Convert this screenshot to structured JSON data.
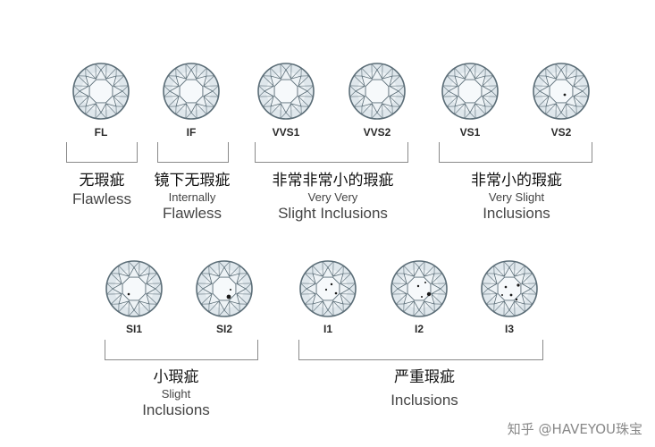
{
  "diamonds": [
    {
      "grade": "FL"
    },
    {
      "grade": "IF"
    },
    {
      "grade": "VVS1"
    },
    {
      "grade": "VVS2"
    },
    {
      "grade": "VS1"
    },
    {
      "grade": "VS2"
    },
    {
      "grade": "SI1"
    },
    {
      "grade": "SI2"
    },
    {
      "grade": "I1"
    },
    {
      "grade": "I2"
    },
    {
      "grade": "I3"
    }
  ],
  "groups": [
    {
      "zh": "无瑕疵",
      "small": "",
      "big": "Flawless"
    },
    {
      "zh": "镜下无瑕疵",
      "small": "Internally",
      "big": "Flawless"
    },
    {
      "zh": "非常非常小的瑕疵",
      "small": "Very Very",
      "big": "Slight Inclusions"
    },
    {
      "zh": "非常小的瑕疵",
      "small": "Very Slight",
      "big": "Inclusions"
    },
    {
      "zh": "小瑕疵",
      "small": "Slight",
      "big": "Inclusions"
    },
    {
      "zh": "严重瑕疵",
      "small": "",
      "big": "Inclusions"
    }
  ],
  "watermark": "知乎 @HAVEYOU珠宝",
  "colors": {
    "diamond_fill": "#dfe7ec",
    "diamond_stroke": "#5b6d77",
    "bracket": "#8a8a8a"
  }
}
